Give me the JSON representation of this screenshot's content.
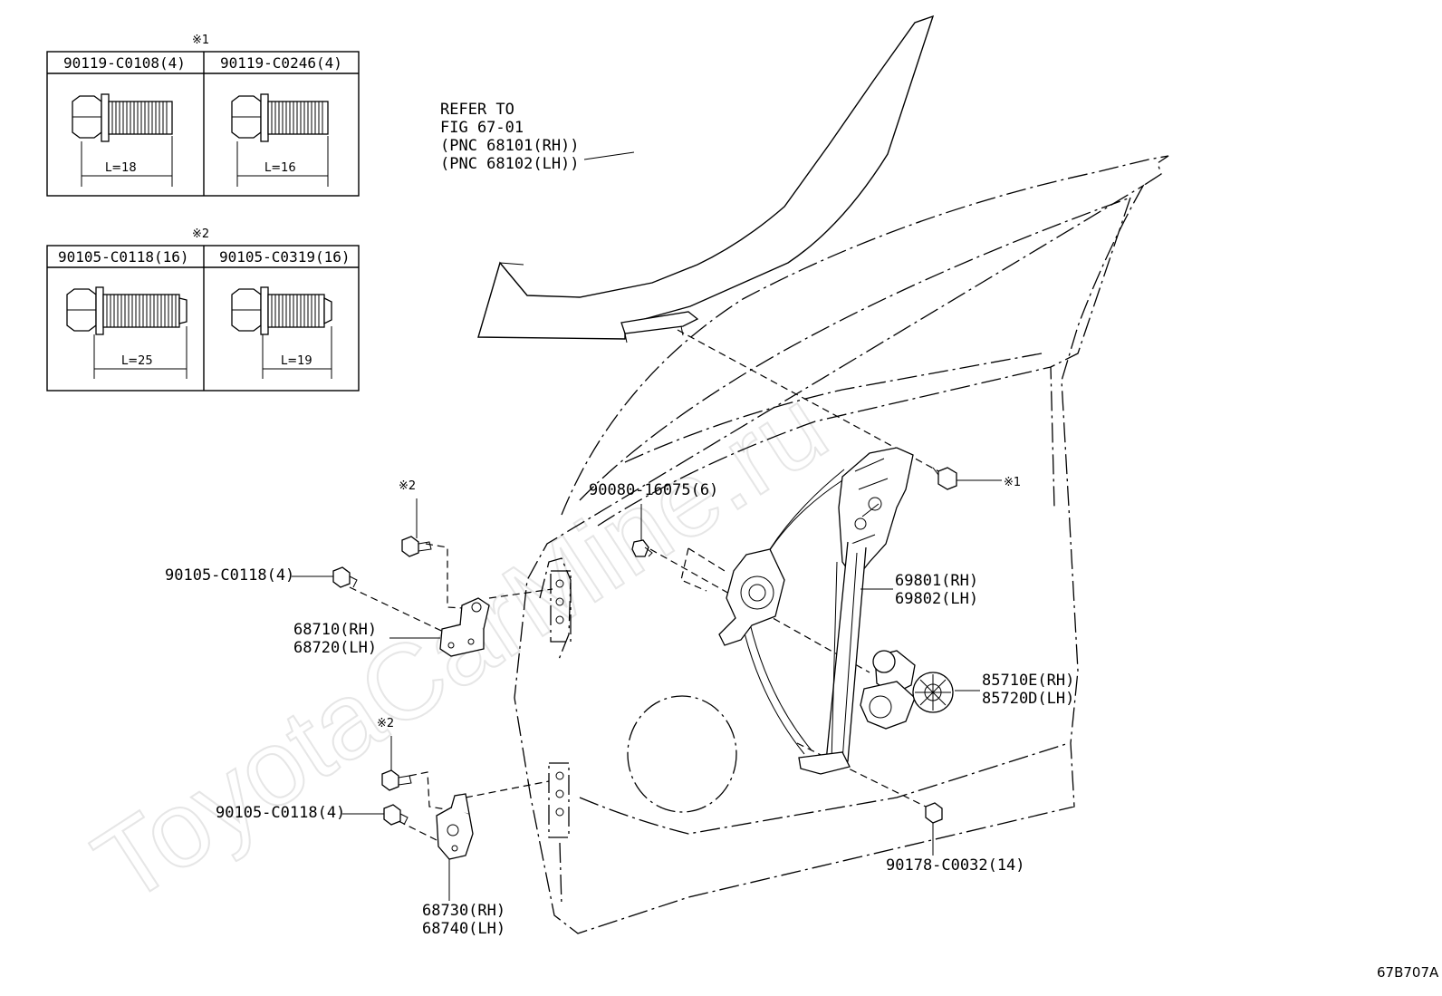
{
  "watermark": "ToyotaCarMine.ru",
  "diagram_code": "67B707A",
  "tables": [
    {
      "marker": "※1",
      "cells": [
        {
          "part_no": "90119-C0108(4)",
          "length": "L=18"
        },
        {
          "part_no": "90119-C0246(4)",
          "length": "L=16"
        }
      ]
    },
    {
      "marker": "※2",
      "cells": [
        {
          "part_no": "90105-C0118(16)",
          "length": "L=25"
        },
        {
          "part_no": "90105-C0319(16)",
          "length": "L=19"
        }
      ]
    }
  ],
  "refer": {
    "line1": "REFER TO",
    "line2": "FIG 67-01",
    "line3": "(PNC 68101(RH))",
    "line4": "(PNC 68102(LH))"
  },
  "callouts": {
    "star1": "※1",
    "star2_upper": "※2",
    "star2_lower": "※2",
    "bolt_90080": "90080-16075(6)",
    "regulator_rh": "69801(RH)",
    "regulator_lh": "69802(LH)",
    "motor_rh": "85710E(RH)",
    "motor_lh": "85720D(LH)",
    "bolt_upper_hinge": "90105-C0118(4)",
    "upper_hinge_rh": "68710(RH)",
    "upper_hinge_lh": "68720(LH)",
    "bolt_lower_hinge": "90105-C0118(4)",
    "lower_hinge_rh": "68730(RH)",
    "lower_hinge_lh": "68740(LH)",
    "nut_90178": "90178-C0032(14)"
  }
}
